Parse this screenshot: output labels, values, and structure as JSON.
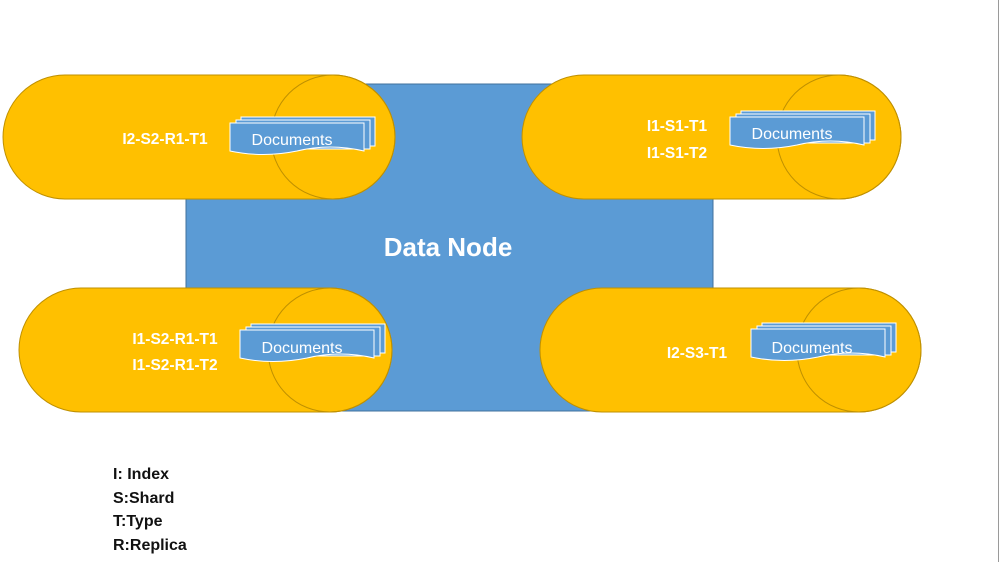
{
  "diagram": {
    "title": "Data Node",
    "colors": {
      "node_fill": "#5b9bd5",
      "node_stroke": "#41719c",
      "shard_fill": "#ffc000",
      "shard_stroke": "#bf9000",
      "doc_fill": "#5b9bd5",
      "doc_stroke": "#ffffff",
      "text_light": "#ffffff",
      "text_dark": "#111111"
    },
    "shards": [
      {
        "labels": [
          "I2-S2-R1-T1"
        ],
        "documents_label": "Documents"
      },
      {
        "labels": [
          "I1-S1-T1",
          "I1-S1-T2"
        ],
        "documents_label": "Documents"
      },
      {
        "labels": [
          "I1-S2-R1-T1",
          "I1-S2-R1-T2"
        ],
        "documents_label": "Documents"
      },
      {
        "labels": [
          "I2-S3-T1"
        ],
        "documents_label": "Documents"
      }
    ]
  },
  "legend": {
    "items": [
      "I: Index",
      "S:Shard",
      "T:Type",
      "R:Replica"
    ]
  }
}
